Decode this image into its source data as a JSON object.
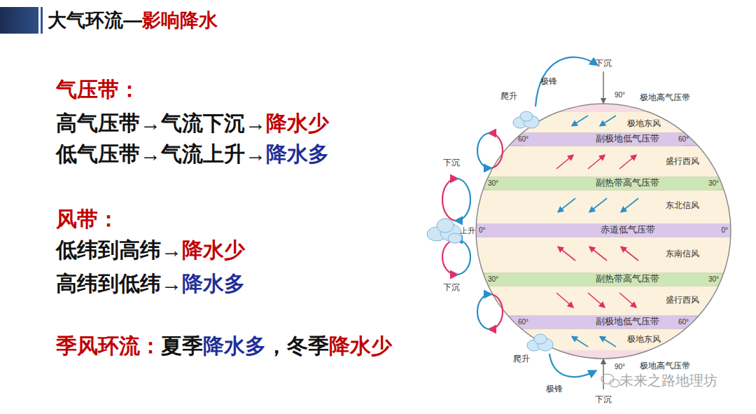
{
  "diagram": {
    "nodes": [
      {
        "text": [
          "副极地低气压带"
        ]
      },
      {
        "text": [
          "副热带高气压带"
        ]
      },
      {
        "text": [
          "赤道低气压带"
        ]
      },
      {
        "text": [
          "副热带高气压带"
        ]
      },
      {
        "text": [
          "副极地低气压带"
        ]
      }
    ],
    "labels": [
      "大气环流—",
      "影响降水",
      "气压带：",
      "高气压带→气流下沉→",
      "降水少",
      "低气压带→气流上升→",
      "降水多",
      "风带：",
      "低纬到高纬→",
      "降水少",
      "高纬到低纬→",
      "降水多",
      "季风环流：",
      "夏季",
      "降水多",
      "，冬季",
      "降水少",
      "下沉",
      "极锋",
      "爬升",
      "90°",
      "极地高气压带",
      "极地东风",
      "60°",
      "60°",
      "盛行西风",
      "30°",
      "30°",
      "下沉",
      "东北信风",
      "上升",
      "0°",
      "0°",
      "东南信风",
      "下沉",
      "30°",
      "30°",
      "盛行西风",
      "60°",
      "60°",
      "极地东风",
      "爬升",
      "90°",
      "极地高气压带",
      "极锋",
      "下沉",
      "未来之路地理坊"
    ]
  }
}
